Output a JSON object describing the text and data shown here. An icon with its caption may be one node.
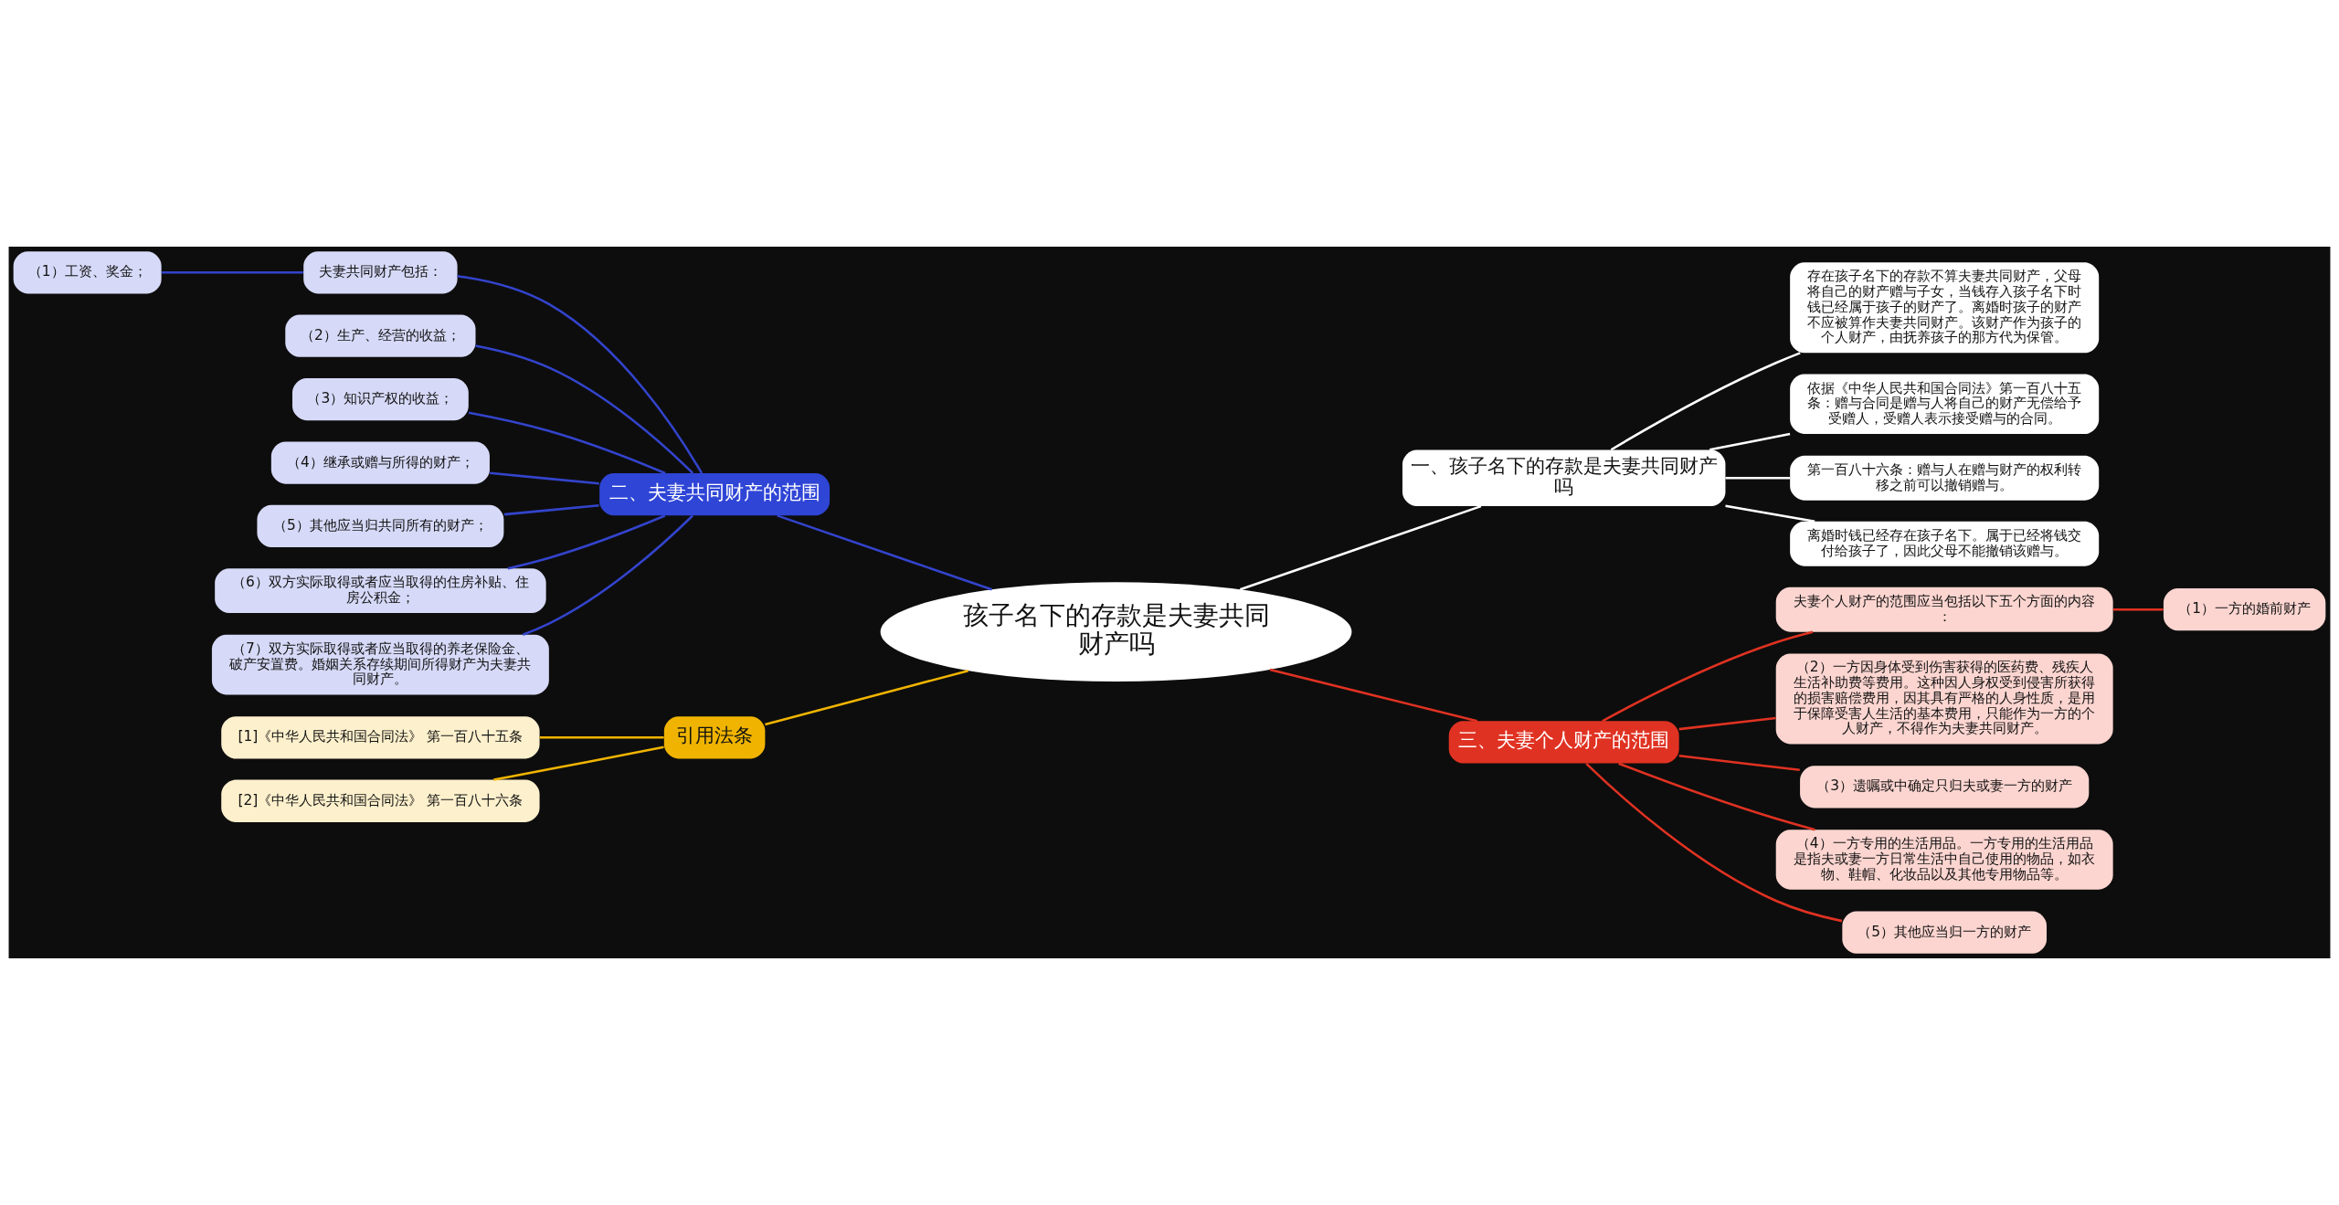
{
  "diagram": {
    "nodes": [
      {
        "text": [
          "孩子名下的存款是夫妻共同财产吗"
        ]
      },
      {
        "text": [
          "一、孩子名下的存款是夫妻共同财产吗"
        ]
      },
      {
        "text": [
          "存在孩子名下的存款不算夫妻共同财产，父母将自己的财产赠与子女，当钱存入孩子名下时钱已经属于孩子的财产了。离婚时孩子的财产不应被算作夫妻共同财产。该财产作为孩子的个人财产，由抚养孩子的那方代为保管。"
        ]
      },
      {
        "text": [
          "依据《中华人民共和国合同法》第一百八十五条：赠与合同是赠与人将自己的财产无偿给予受赠人，受赠人表示接受赠与的合同。"
        ]
      },
      {
        "text": [
          "第一百八十六条：赠与人在赠与财产的权利转移之前可以撤销赠与。"
        ]
      },
      {
        "text": [
          "离婚时钱已经存在孩子名下。属于已经将钱交付给孩子了，因此父母不能撤销该赠与。"
        ]
      },
      {
        "text": [
          "二、夫妻共同财产的范围"
        ]
      },
      {
        "text": [
          "夫妻共同财产包括："
        ]
      },
      {
        "text": [
          "（1）工资、奖金；"
        ]
      },
      {
        "text": [
          "（2）生产、经营的收益；"
        ]
      },
      {
        "text": [
          "（3）知识产权的收益；"
        ]
      },
      {
        "text": [
          "（4）继承或赠与所得的财产；"
        ]
      },
      {
        "text": [
          "（5）其他应当归共同所有的财产；"
        ]
      },
      {
        "text": [
          "（6）双方实际取得或者应当取得的住房补贴、住房公积金；"
        ]
      },
      {
        "text": [
          "（7）双方实际取得或者应当取得的养老保险金、破产安置费。婚姻关系存续期间所得财产为夫妻共同财产。"
        ]
      },
      {
        "text": [
          "三、夫妻个人财产的范围"
        ]
      },
      {
        "text": [
          "夫妻个人财产的范围应当包括以下五个方面的内容："
        ]
      },
      {
        "text": [
          "（1）一方的婚前财产"
        ]
      },
      {
        "text": [
          "（2）一方因身体受到伤害获得的医药费、残疾人生活补助费等费用。这种因人身权受到侵害所获得的损害赔偿费用，因其具有严格的人身性质，是用于保障受害人生活的基本费用，只能作为一方的个人财产，不得作为夫妻共同财产。"
        ]
      },
      {
        "text": [
          "（3）遗嘱或中确定只归夫或妻一方的财产"
        ]
      },
      {
        "text": [
          "（4）一方专用的生活用品。一方专用的生活用品是指夫或妻一方日常生活中自己使用的物品，如衣物、鞋帽、化妆品以及其他专用物品等。"
        ]
      },
      {
        "text": [
          "（5）其他应当归一方的财产"
        ]
      },
      {
        "text": [
          "引用法条"
        ]
      },
      {
        "text": [
          "[1]《中华人民共和国合同法》 第一百八十五条"
        ]
      },
      {
        "text": [
          "[2]《中华人民共和国合同法》 第一百八十六条"
        ]
      }
    ],
    "edges": [
      {
        "from": 0,
        "to": 1,
        "arrow": "none",
        "color": "#ffffff"
      },
      {
        "from": 1,
        "to": 2,
        "arrow": "none",
        "color": "#ffffff"
      },
      {
        "from": 1,
        "to": 3,
        "arrow": "none",
        "color": "#ffffff"
      },
      {
        "from": 1,
        "to": 4,
        "arrow": "none",
        "color": "#ffffff"
      },
      {
        "from": 1,
        "to": 5,
        "arrow": "none",
        "color": "#ffffff"
      },
      {
        "from": 0,
        "to": 6,
        "arrow": "none"
      },
      {
        "from": 6,
        "to": 7,
        "arrow": "none"
      },
      {
        "from": 7,
        "to": 8,
        "arrow": "none"
      },
      {
        "from": 6,
        "to": 9,
        "arrow": "none"
      },
      {
        "from": 6,
        "to": 10,
        "arrow": "none"
      },
      {
        "from": 6,
        "to": 11,
        "arrow": "none"
      },
      {
        "from": 6,
        "to": 12,
        "arrow": "none"
      },
      {
        "from": 6,
        "to": 13,
        "arrow": "none"
      },
      {
        "from": 6,
        "to": 14,
        "arrow": "none"
      },
      {
        "from": 0,
        "to": 15,
        "arrow": "none",
        "color": "#e03222"
      },
      {
        "from": 15,
        "to": 16,
        "arrow": "none",
        "color": "#e03222"
      },
      {
        "from": 16,
        "to": 17,
        "arrow": "none",
        "color": "#e03222"
      },
      {
        "from": 15,
        "to": 18,
        "arrow": "none",
        "color": "#e03222"
      },
      {
        "from": 15,
        "to": 19,
        "arrow": "none",
        "color": "#e03222"
      },
      {
        "from": 15,
        "to": 20,
        "arrow": "none",
        "color": "#e03222"
      },
      {
        "from": 15,
        "to": 21,
        "arrow": "none",
        "color": "#e03222"
      },
      {
        "from": 0,
        "to": 22,
        "arrow": "none",
        "color": "#f0b400"
      },
      {
        "from": 22,
        "to": 23,
        "arrow": "none",
        "color": "#f0b400"
      },
      {
        "from": 22,
        "to": 24,
        "arrow": "none",
        "color": "#f0b400"
      }
    ]
  }
}
